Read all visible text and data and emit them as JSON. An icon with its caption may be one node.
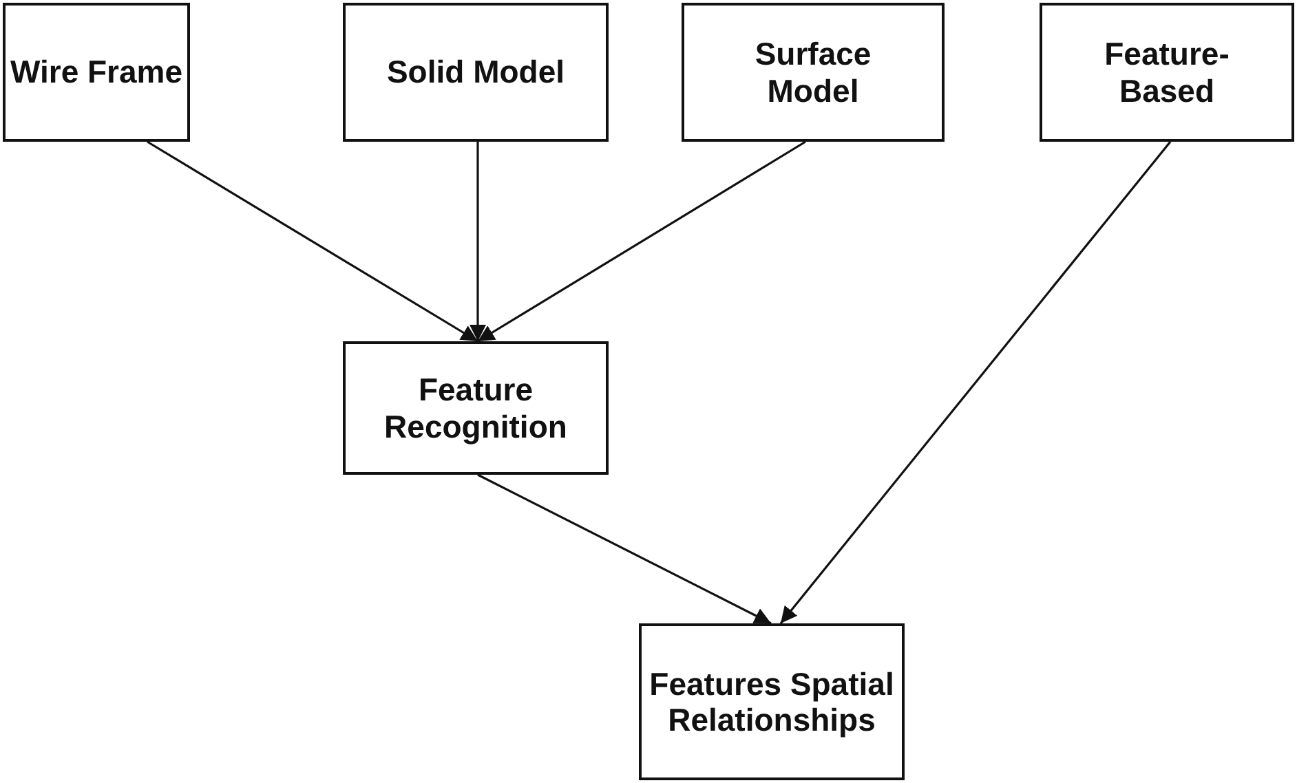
{
  "diagram": {
    "nodes": [
      {
        "text": [
          "Wire Frame"
        ]
      },
      {
        "text": [
          "Solid Model"
        ]
      },
      {
        "text": [
          "Surface Model"
        ]
      },
      {
        "text": [
          "Feature-Based"
        ]
      },
      {
        "text": [
          "Feature Recognition"
        ]
      },
      {
        "text": [
          "Features Spatial Relationships"
        ]
      }
    ],
    "edges": [
      {
        "from": 0,
        "to": 4,
        "arrow": "to"
      },
      {
        "from": 1,
        "to": 4,
        "arrow": "to"
      },
      {
        "from": 2,
        "to": 4,
        "arrow": "to"
      },
      {
        "from": 4,
        "to": 5,
        "arrow": "to"
      },
      {
        "from": 3,
        "to": 5,
        "arrow": "to"
      }
    ]
  }
}
